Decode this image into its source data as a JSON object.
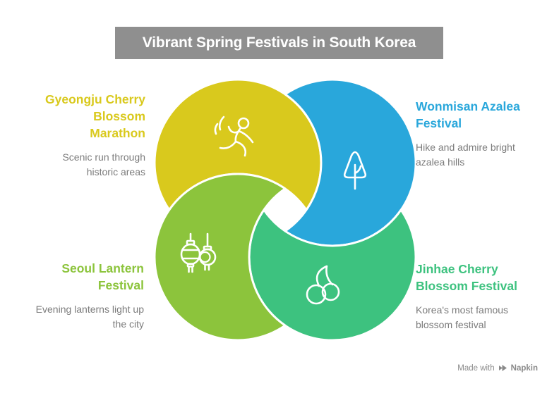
{
  "title": {
    "text": "Vibrant Spring Festivals in South Korea"
  },
  "palette": {
    "title_bg": "#8F8F8F",
    "title_text": "#FFFFFF",
    "yellow": "#D9C91D",
    "blue": "#29A7DB",
    "lime": "#8CC43C",
    "emerald": "#3DC27F",
    "description_gray": "#7B7B7B",
    "outline_white": "#FFFFFF",
    "attribution_gray": "#8A8A8A"
  },
  "items": [
    {
      "heading": "Gyeongju Cherry\nBlossom\nMarathon",
      "description": "Scenic run through\nhistoric areas",
      "color": "#D9C91D",
      "icon": "runner-icon"
    },
    {
      "heading": "Wonmisan Azalea\nFestival",
      "description": "Hike and admire bright\nazalea hills",
      "color": "#29A7DB",
      "icon": "tree-icon"
    },
    {
      "heading": "Seoul Lantern\nFestival",
      "description": "Evening lanterns light up\nthe city",
      "color": "#8CC43C",
      "icon": "lantern-icon"
    },
    {
      "heading": "Jinhae Cherry\nBlossom Festival",
      "description": "Korea's most famous\nblossom festival",
      "color": "#3DC27F",
      "icon": "cherry-icon"
    }
  ],
  "footer": {
    "made_with": "Made with",
    "brand": "Napkin"
  }
}
